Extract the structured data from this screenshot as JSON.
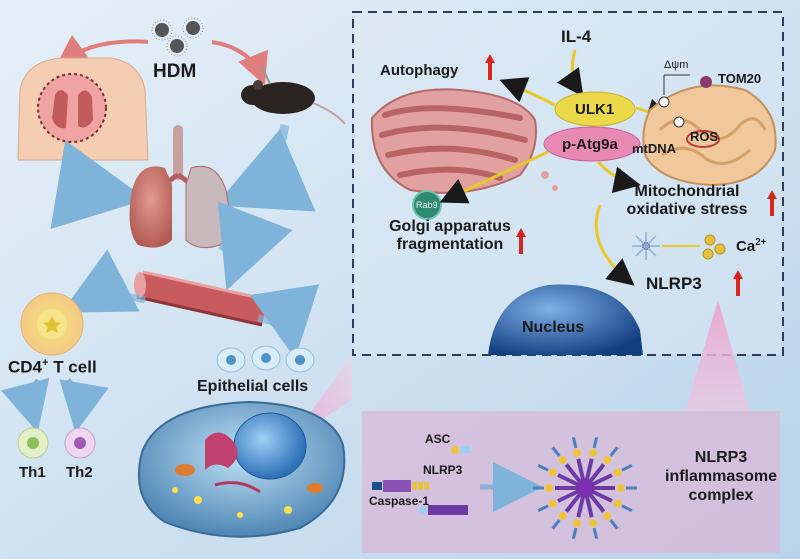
{
  "colors": {
    "background": "#cfe3f3",
    "panel_dashed": "#2b3f5c",
    "accent_red": "#d7261e",
    "ulk1_yellow": "#ecd94a",
    "patg9a_pink": "#e889b4",
    "arrow_yellow": "#e8c928",
    "inflammasome_panel": "#d8b8d8"
  },
  "left": {
    "hdm": "HDM",
    "cd4_pre": "CD4",
    "cd4_sup": "+",
    "cd4_post": "T cell",
    "th1": "Th1",
    "th2": "Th2",
    "epithelial": "Epithelial cells"
  },
  "mechanism": {
    "il4": "IL-4",
    "autophagy": "Autophagy",
    "ulk1": "ULK1",
    "patg9a": "p-Atg9a",
    "rab9": "Rab9",
    "golgi_line1": "Golgi apparatus",
    "golgi_line2": "fragmentation",
    "delta_psi": "Δψm",
    "tom20": "TOM20",
    "ros": "ROS",
    "mtdna": "mtDNA",
    "mito_line1": "Mitochondrial",
    "mito_line2": "oxidative stress",
    "ca_base": "Ca",
    "ca_sup": "2+",
    "nlrp3": "NLRP3",
    "nucleus": "Nucleus"
  },
  "inflammasome": {
    "asc": "ASC",
    "nlrp3": "NLRP3",
    "caspase1": "Caspase-1",
    "complex_line1": "NLRP3",
    "complex_line2": "inflammasome",
    "complex_line3": "complex"
  }
}
